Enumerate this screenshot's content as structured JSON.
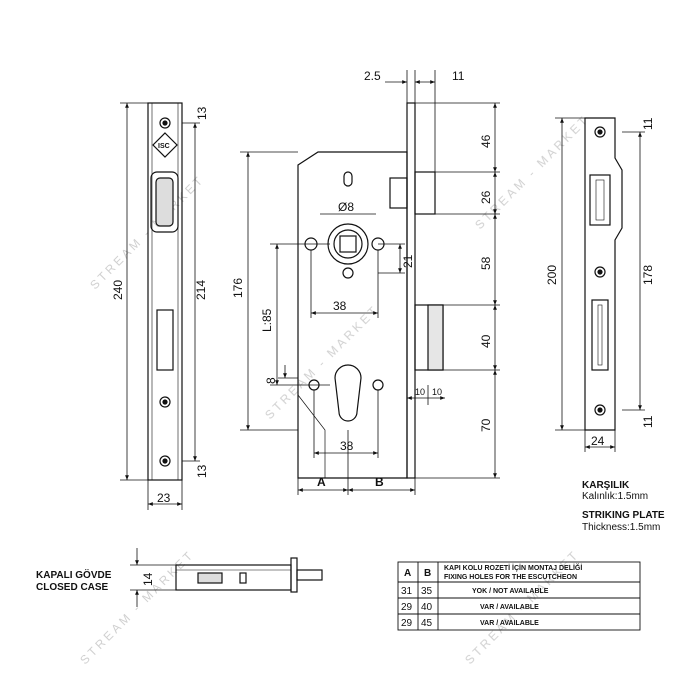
{
  "watermark": "STREAM - MARKET",
  "dimensions": {
    "front_height": "240",
    "front_inner": "214",
    "front_top": "13",
    "front_bottom": "13",
    "front_width": "23",
    "top_left": "2.5",
    "top_right": "11",
    "side_46": "46",
    "side_26": "26",
    "side_58": "58",
    "side_40": "40",
    "side_70": "70",
    "body_height": "176",
    "l85": "L:85",
    "dia8": "Ø8",
    "d21": "21",
    "d38a": "38",
    "d38b": "38",
    "d8": "8",
    "d10a": "10",
    "d10b": "10",
    "col_a": "A",
    "col_b": "B",
    "plate_height": "200",
    "plate_inner": "178",
    "plate_top": "11",
    "plate_bottom": "11",
    "plate_width": "24",
    "case_thickness": "14"
  },
  "labels": {
    "striking_tr": "KARŞILIK",
    "thickness_tr": "Kalınlık:1.5mm",
    "striking_en": "STRIKING PLATE",
    "thickness_en": "Thickness:1.5mm",
    "closed_tr": "KAPALI GÖVDE",
    "closed_en": "CLOSED CASE"
  },
  "table": {
    "headers": [
      "A",
      "B"
    ],
    "title_tr": "KAPI KOLU ROZETİ İÇİN MONTAJ DELİĞİ",
    "title_en": "FIXING HOLES FOR THE ESCUTCHEON",
    "rows": [
      {
        "a": "31",
        "b": "35",
        "note": "YOK / NOT AVAILABLE"
      },
      {
        "a": "29",
        "b": "40",
        "note": "VAR / AVAILABLE"
      },
      {
        "a": "29",
        "b": "45",
        "note": "VAR / AVAILABLE"
      }
    ]
  }
}
